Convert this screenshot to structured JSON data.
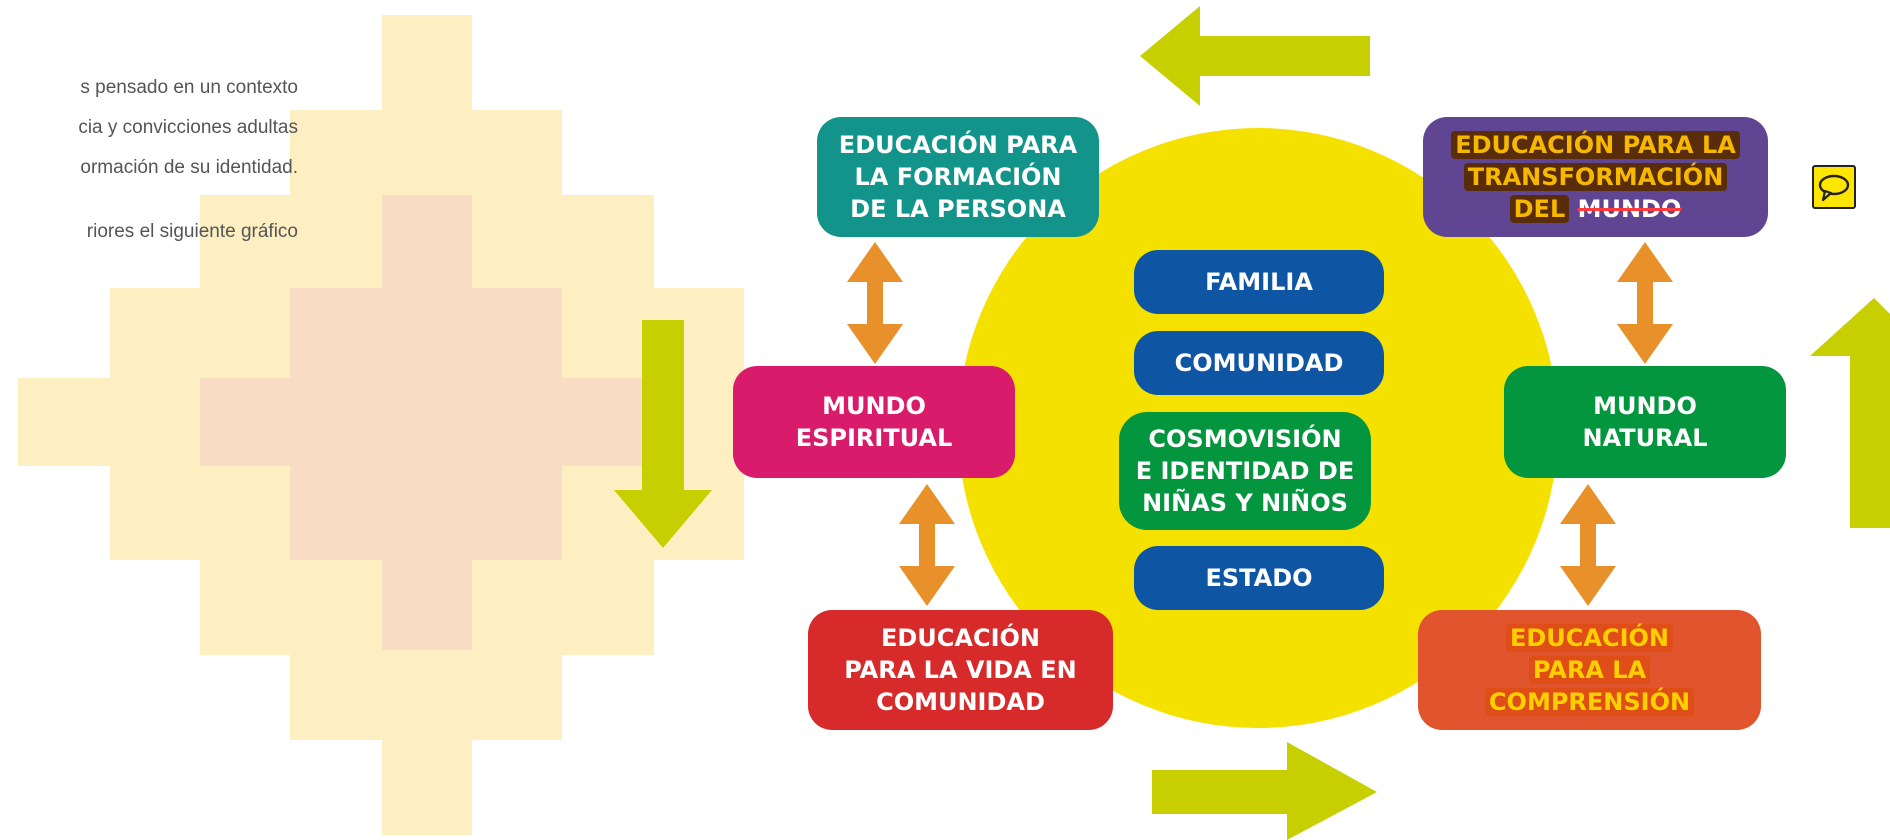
{
  "colors": {
    "tile_yellow": "#fdefc2",
    "tile_peach": "#f8dcc3",
    "circle": "#f5e100",
    "big_arrow": "#c8cf00",
    "double_arrow": "#e8912a",
    "persona": "#13948a",
    "transformacion": "#5f4592",
    "espiritual": "#d81b6a",
    "natural": "#03963e",
    "vida": "#d72a2a",
    "comprension": "#e0552e",
    "pill_blue": "#0e56a3",
    "pill_green": "#03963e"
  },
  "intro_text": {
    "line1": "s pensado en un contexto",
    "line2": "cia y convicciones adultas",
    "line3": "ormación de su identidad.",
    "line4": "riores el siguiente gráfico"
  },
  "boxes": {
    "persona": [
      "EDUCACIÓN PARA",
      "LA FORMACIÓN",
      "DE LA PERSONA"
    ],
    "transformacion": [
      "EDUCACIÓN PARA LA",
      "TRANSFORMACIÓN",
      "DEL",
      "MUNDO"
    ],
    "espiritual": [
      "MUNDO",
      "ESPIRITUAL"
    ],
    "natural": [
      "MUNDO",
      "NATURAL"
    ],
    "vida": [
      "EDUCACIÓN",
      "PARA LA VIDA EN",
      "COMUNIDAD"
    ],
    "comprension": [
      "EDUCACIÓN",
      "PARA LA",
      "COMPRENSIÓN"
    ]
  },
  "center_pills": {
    "familia": "FAMILIA",
    "comunidad": "COMUNIDAD",
    "cosmovision": [
      "COSMOVISIÓN",
      "E IDENTIDAD DE",
      "NIÑAS Y NIÑOS"
    ],
    "estado": "ESTADO"
  },
  "icons": {
    "comment": "comment-bubble-icon",
    "big_arrows": [
      "arrow-left-icon",
      "arrow-right-icon",
      "arrow-down-icon",
      "arrow-up-icon"
    ],
    "double_arrows": [
      "double-arrow-vertical-icon"
    ]
  }
}
